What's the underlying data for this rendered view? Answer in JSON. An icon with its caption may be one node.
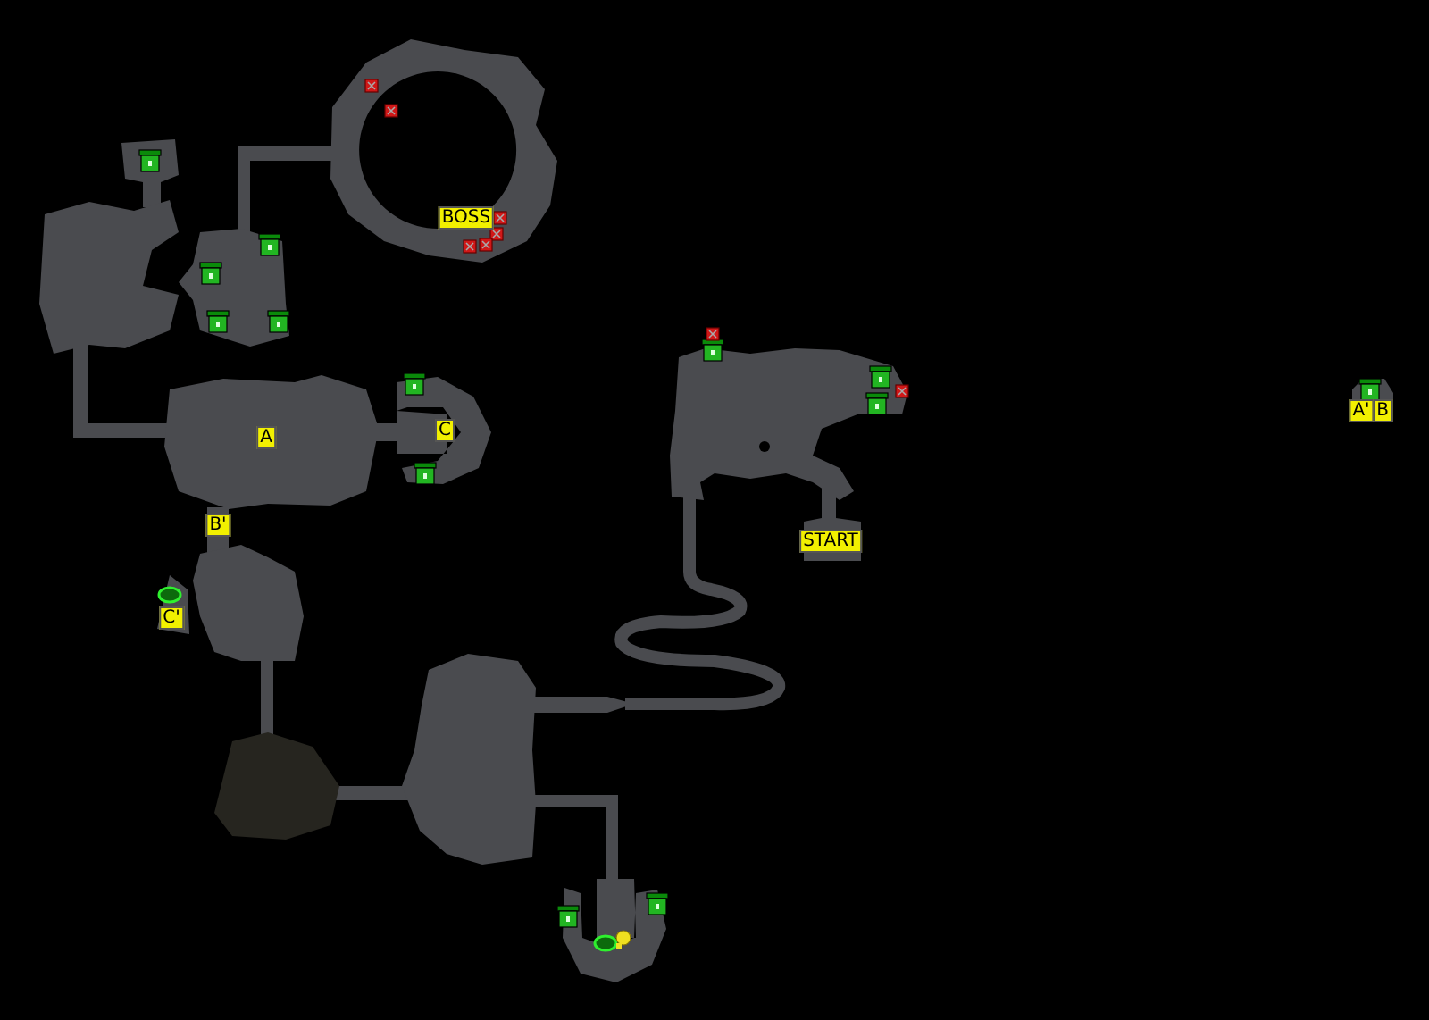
{
  "diagram": {
    "labels": [
      "BOSS",
      "A'",
      "B",
      "C",
      "A",
      "B'",
      "START",
      "C'"
    ]
  }
}
